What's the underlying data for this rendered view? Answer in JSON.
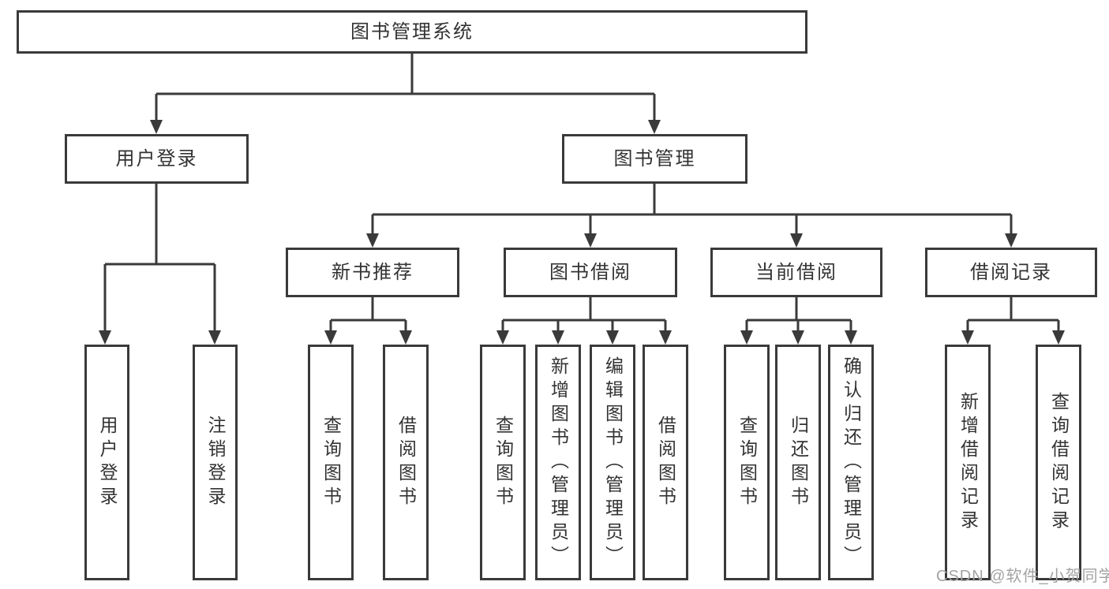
{
  "diagram": {
    "root": {
      "label": "图书管理系统"
    },
    "level2": [
      "用户登录",
      "图书管理"
    ],
    "level3": [
      "新书推荐",
      "图书借阅",
      "当前借阅",
      "借阅记录"
    ],
    "leaves": {
      "user_login": [
        "用户登录",
        "注销登录"
      ],
      "new_book_recommend": [
        "查询图书",
        "借阅图书"
      ],
      "book_borrow": [
        "查询图书",
        "新增图书（管理员）",
        "编辑图书（管理员）",
        "借阅图书"
      ],
      "current_borrow": [
        "查询图书",
        "归还图书",
        "确认归还（管理员）"
      ],
      "borrow_records": [
        "新增借阅记录",
        "查询借阅记录"
      ]
    }
  },
  "watermark": {
    "text": "CSDN @软件_小贺同学"
  },
  "colors": {
    "line": "#3a3a3a",
    "text": "#333333",
    "box_fill": "#ffffff",
    "watermark": "#a3a3a3",
    "background": "#ffffff"
  }
}
